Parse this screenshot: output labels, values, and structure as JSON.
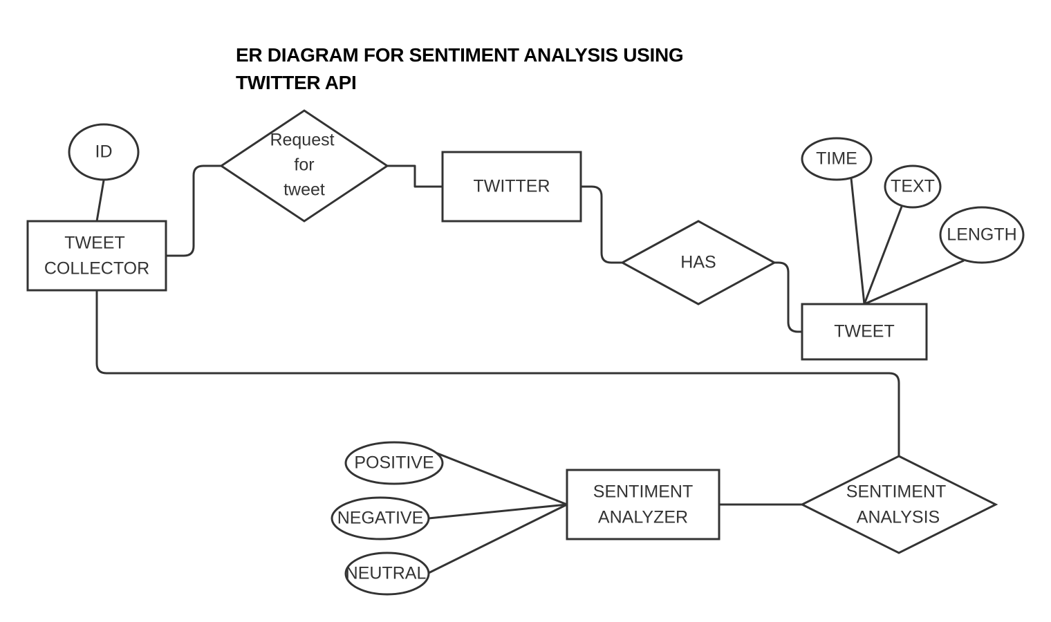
{
  "title": {
    "line1": "ER DIAGRAM FOR SENTIMENT ANALYSIS  USING",
    "line2": "TWITTER API"
  },
  "entities": {
    "tweet_collector": [
      "TWEET",
      "COLLECTOR"
    ],
    "twitter": [
      "TWITTER"
    ],
    "tweet": [
      "TWEET"
    ],
    "sentiment_analyzer": [
      "SENTIMENT",
      "ANALYZER"
    ]
  },
  "relationships": {
    "request_for_tweet": [
      "Request",
      "for",
      "tweet"
    ],
    "has": [
      "HAS"
    ],
    "sentiment_analysis": [
      "SENTIMENT",
      "ANALYSIS"
    ]
  },
  "attributes": {
    "id": "ID",
    "time": "TIME",
    "text": "TEXT",
    "length": "LENGTH",
    "positive": "POSITIVE",
    "negative": "NEGATIVE",
    "neutral": "NEUTRAL"
  },
  "colors": {
    "stroke": "#333333",
    "text": "#333333",
    "title": "#000000",
    "background": "#ffffff"
  }
}
